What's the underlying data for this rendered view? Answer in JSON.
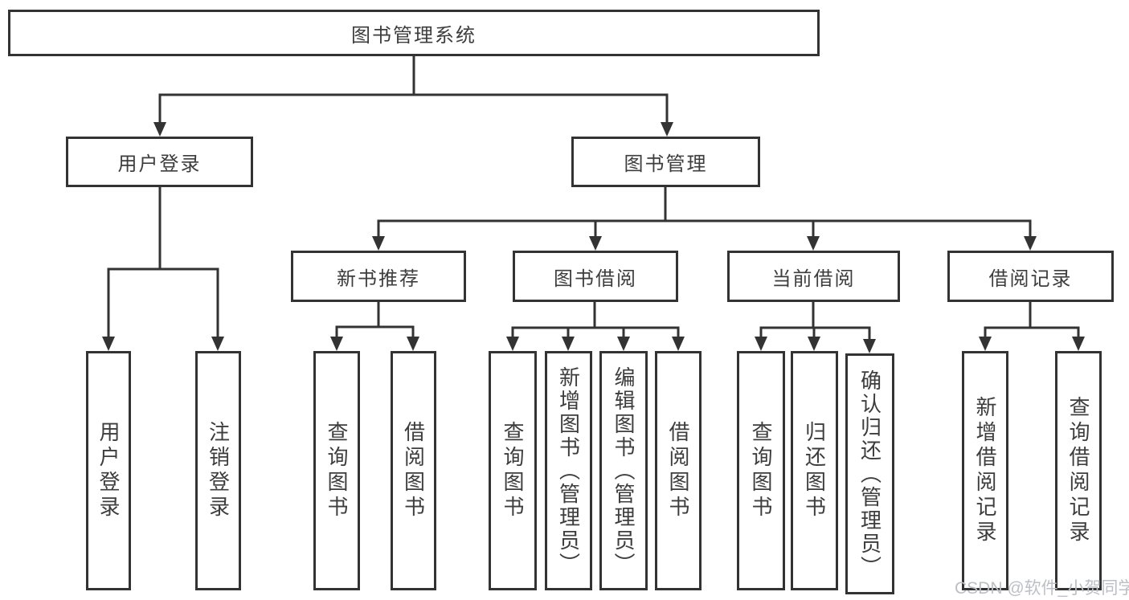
{
  "title": {
    "label": "图书管理系统"
  },
  "level2": [
    {
      "label": "用户登录"
    },
    {
      "label": "图书管理"
    }
  ],
  "level3": [
    {
      "label": "新书推荐"
    },
    {
      "label": "图书借阅"
    },
    {
      "label": "当前借阅"
    },
    {
      "label": "借阅记录"
    }
  ],
  "leaves": [
    {
      "label": "用户登录"
    },
    {
      "label": "注销登录"
    },
    {
      "label": "查询图书"
    },
    {
      "label": "借阅图书"
    },
    {
      "label": "查询图书"
    },
    {
      "label": "新增图书（管理员）"
    },
    {
      "label": "编辑图书（管理员）"
    },
    {
      "label": "借阅图书"
    },
    {
      "label": "查询图书"
    },
    {
      "label": "归还图书"
    },
    {
      "label": "确认归还（管理员）"
    },
    {
      "label": "新增借阅记录"
    },
    {
      "label": "查询借阅记录"
    }
  ],
  "watermark": "CSDN @软件_小贺同学",
  "colors": {
    "line": "#333333",
    "text": "#3d3d3d",
    "watermark": "#bcc0c6",
    "background": "#ffffff"
  }
}
